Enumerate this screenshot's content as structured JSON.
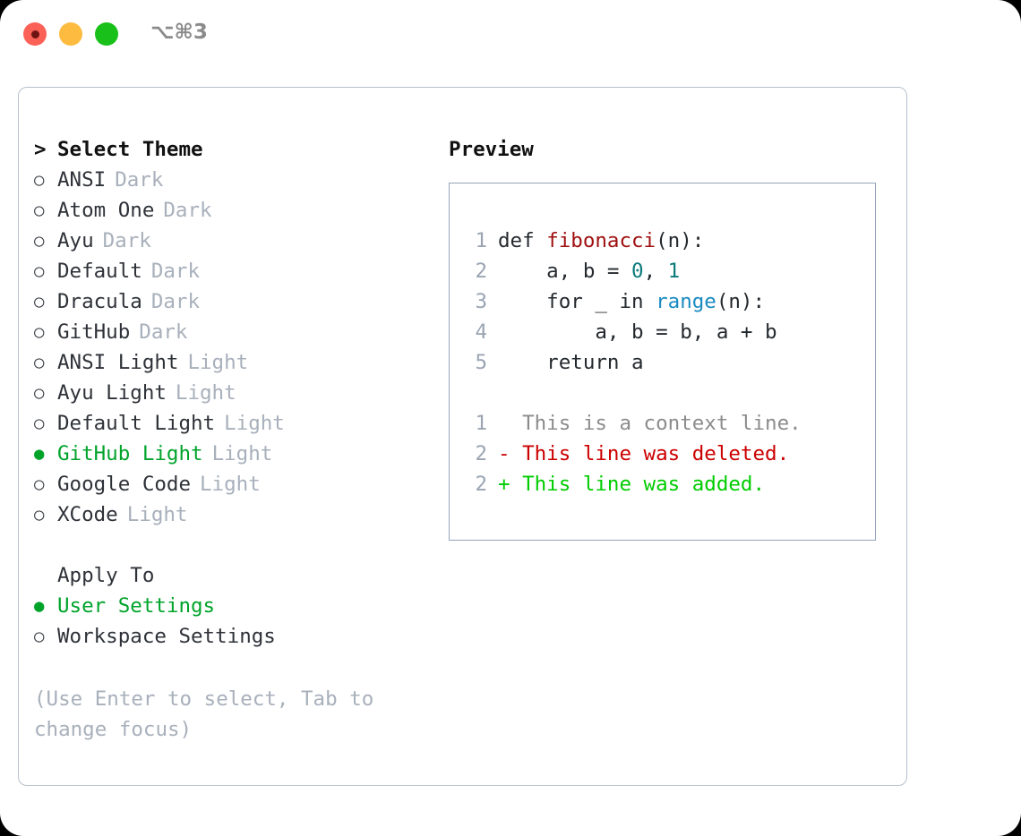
{
  "window": {
    "title": "⌥⌘3",
    "traffic_lights": [
      {
        "name": "close",
        "color": "#fc6158"
      },
      {
        "name": "minimize",
        "color": "#fdbc40"
      },
      {
        "name": "maximize",
        "color": "#1ac01a"
      }
    ]
  },
  "theme_picker": {
    "heading_caret": ">",
    "heading": "Select Theme",
    "bullet_off": "○",
    "bullet_on": "●",
    "items": [
      {
        "name": "ANSI",
        "variant": "Dark",
        "selected": false
      },
      {
        "name": "Atom One",
        "variant": "Dark",
        "selected": false
      },
      {
        "name": "Ayu",
        "variant": "Dark",
        "selected": false
      },
      {
        "name": "Default",
        "variant": "Dark",
        "selected": false
      },
      {
        "name": "Dracula",
        "variant": "Dark",
        "selected": false
      },
      {
        "name": "GitHub",
        "variant": "Dark",
        "selected": false
      },
      {
        "name": "ANSI Light",
        "variant": "Light",
        "selected": false
      },
      {
        "name": "Ayu Light",
        "variant": "Light",
        "selected": false
      },
      {
        "name": "Default Light",
        "variant": "Light",
        "selected": false
      },
      {
        "name": "GitHub Light",
        "variant": "Light",
        "selected": true
      },
      {
        "name": "Google Code",
        "variant": "Light",
        "selected": false
      },
      {
        "name": "XCode",
        "variant": "Light",
        "selected": false
      }
    ]
  },
  "apply_to": {
    "heading": "Apply To",
    "items": [
      {
        "name": "User Settings",
        "selected": true
      },
      {
        "name": "Workspace Settings",
        "selected": false
      }
    ]
  },
  "hint": "(Use Enter to select, Tab to change focus)",
  "preview": {
    "title": "Preview",
    "code_lines": [
      {
        "num": "1",
        "tokens": [
          {
            "t": "def ",
            "c": "plain"
          },
          {
            "t": "fibonacci",
            "c": "fn"
          },
          {
            "t": "(n):",
            "c": "plain"
          }
        ]
      },
      {
        "num": "2",
        "tokens": [
          {
            "t": "    a, b = ",
            "c": "plain"
          },
          {
            "t": "0",
            "c": "num"
          },
          {
            "t": ", ",
            "c": "plain"
          },
          {
            "t": "1",
            "c": "num"
          }
        ]
      },
      {
        "num": "3",
        "tokens": [
          {
            "t": "    for _ in ",
            "c": "plain"
          },
          {
            "t": "range",
            "c": "blue"
          },
          {
            "t": "(n):",
            "c": "plain"
          }
        ]
      },
      {
        "num": "4",
        "tokens": [
          {
            "t": "        a, b = b, a + b",
            "c": "plain"
          }
        ]
      },
      {
        "num": "5",
        "tokens": [
          {
            "t": "    return a",
            "c": "plain"
          }
        ]
      }
    ],
    "diff_lines": [
      {
        "num": "1",
        "marker": "  ",
        "text": "This is a context line.",
        "kind": "ctx"
      },
      {
        "num": "2",
        "marker": "- ",
        "text": "This line was deleted.",
        "kind": "del"
      },
      {
        "num": "2",
        "marker": "+ ",
        "text": "This line was added.",
        "kind": "add"
      }
    ]
  },
  "colors": {
    "accent_green": "#00a32a",
    "muted": "#a8b0bb",
    "panel_border": "#b6c0cc",
    "preview_border": "#94a3b8",
    "code_fn": "#9f0f0f",
    "code_num": "#0d7b7b",
    "code_blue": "#1a8ac0",
    "diff_del": "#cc0000",
    "diff_add": "#00cc00"
  }
}
